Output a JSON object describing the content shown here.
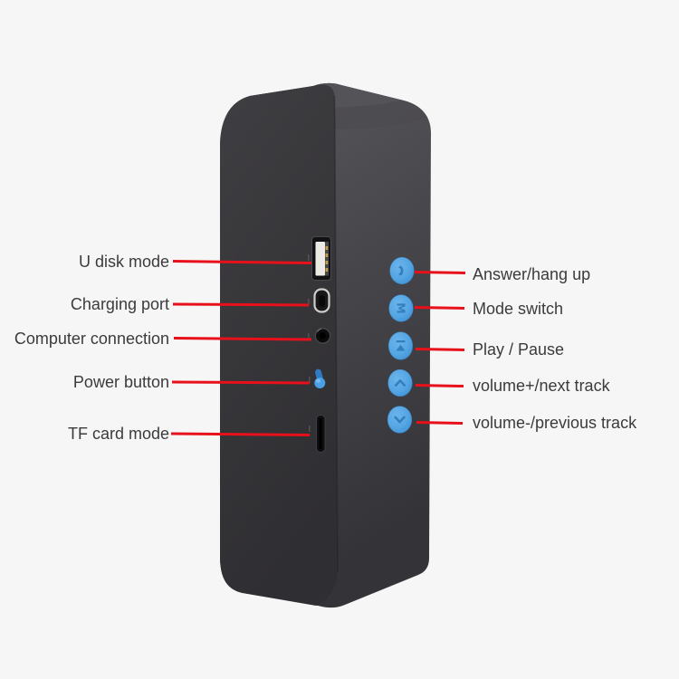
{
  "image": {
    "description": "Annotated product photo of a black portable Bluetooth speaker standing upright, with red callout lines labeling the side ports and the blue control buttons",
    "background_color": "#f6f6f6",
    "callout_line_color": "#e8101b",
    "label_text_color": "#3b3b3b",
    "button_blue": "#54a6e4",
    "body_front_color": "#38373a",
    "body_side_color": "#4a494d"
  },
  "left_labels": [
    {
      "label": "U disk mode",
      "part": "usb-a-port"
    },
    {
      "label": "Charging port",
      "part": "micro-usb-port"
    },
    {
      "label": "Computer connection",
      "part": "aux-audio-jack"
    },
    {
      "label": "Power button",
      "part": "power-slide-switch"
    },
    {
      "label": "TF card mode",
      "part": "tf-card-slot"
    }
  ],
  "right_labels": [
    {
      "label": "Answer/hang up",
      "icon": "phone-icon"
    },
    {
      "label": "Mode switch",
      "icon": "letter-m-icon",
      "glyph": "M"
    },
    {
      "label": "Play / Pause",
      "icon": "play-pause-icon"
    },
    {
      "label": "volume+/next track",
      "icon": "chevron-up-icon"
    },
    {
      "label": "volume-/previous track",
      "icon": "chevron-down-icon"
    }
  ]
}
